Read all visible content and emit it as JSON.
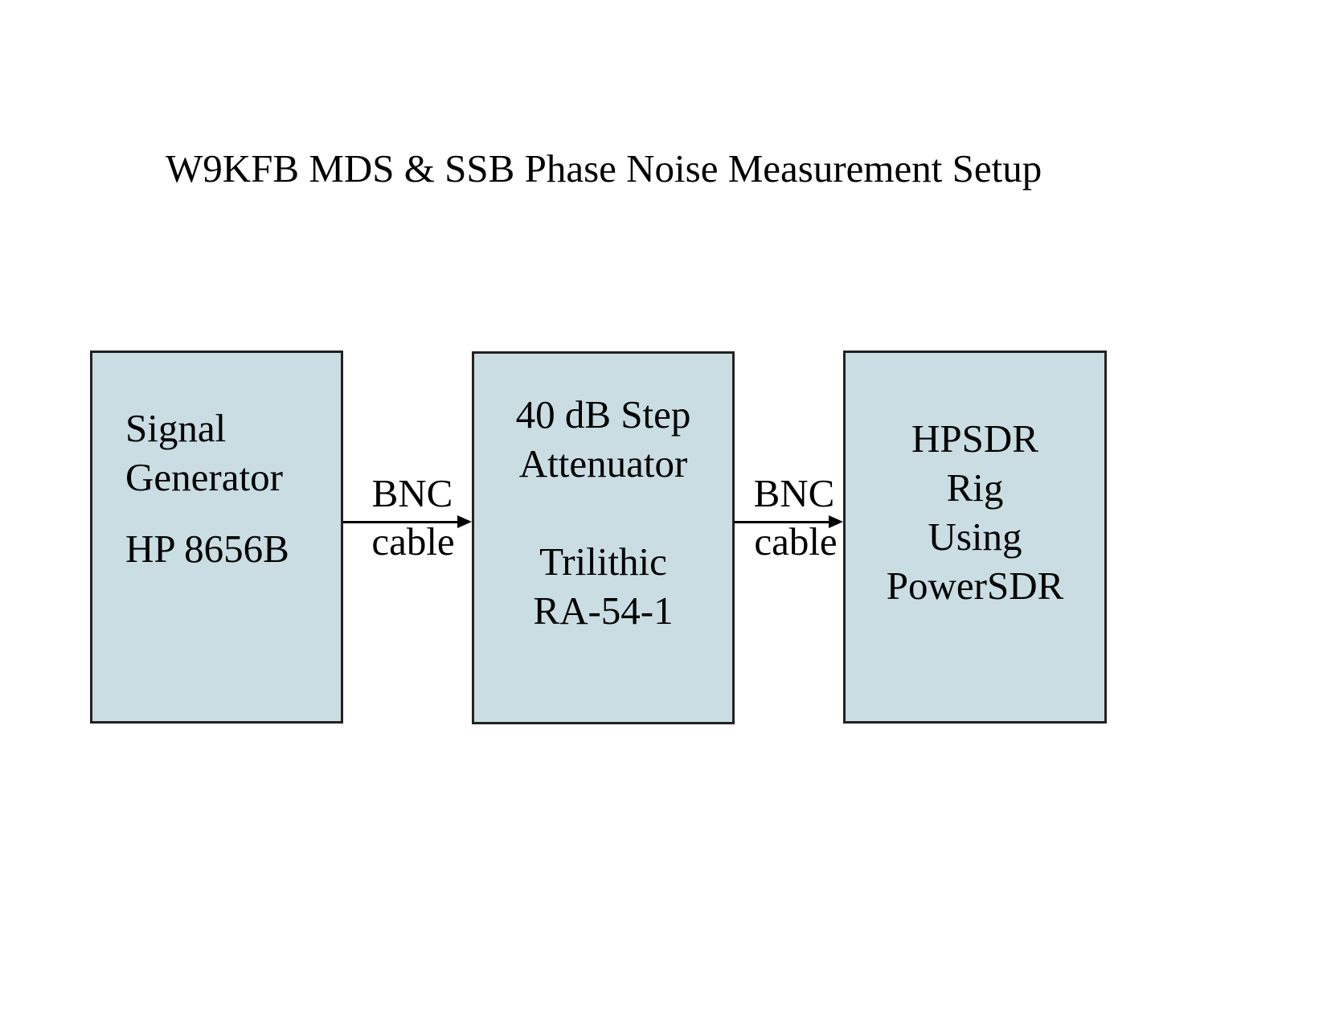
{
  "title": {
    "text": "W9KFB MDS & SSB Phase Noise Measurement Setup"
  },
  "boxes": [
    {
      "name": "signal-generator",
      "lines_top": [
        "Signal",
        "Generator"
      ],
      "lines_bottom": [
        "HP 8656B"
      ]
    },
    {
      "name": "step-attenuator",
      "lines_top": [
        "40 dB Step",
        "Attenuator"
      ],
      "lines_bottom": [
        "Trilithic",
        "RA-54-1"
      ]
    },
    {
      "name": "hpsdr-rig",
      "lines_top": [
        "HPSDR",
        "Rig",
        "Using",
        "PowerSDR"
      ],
      "lines_bottom": []
    }
  ],
  "connections": [
    {
      "label_top": "BNC",
      "label_bottom": "cable"
    },
    {
      "label_top": "BNC",
      "label_bottom": "cable"
    }
  ],
  "colors": {
    "background": "#ffffff",
    "box_fill": "#c9dde2",
    "box_border": "#222222",
    "text": "#000000",
    "arrow": "#000000"
  }
}
